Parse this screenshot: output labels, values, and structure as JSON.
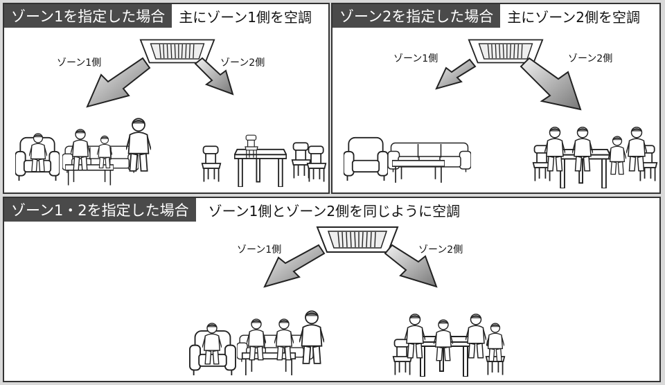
{
  "panels": [
    {
      "title": "ゾーン1を指定した場合",
      "description": "主にゾーン1側を空調",
      "zone1_label": "ゾーン1側",
      "zone2_label": "ゾーン2側"
    },
    {
      "title": "ゾーン2を指定した場合",
      "description": "主にゾーン2側を空調",
      "zone1_label": "ゾーン1側",
      "zone2_label": "ゾーン2側"
    },
    {
      "title": "ゾーン1・2を指定した場合",
      "description": "ゾーン1側とゾーン2側を同じように空調",
      "zone1_label": "ゾーン1側",
      "zone2_label": "ゾーン2側"
    }
  ]
}
